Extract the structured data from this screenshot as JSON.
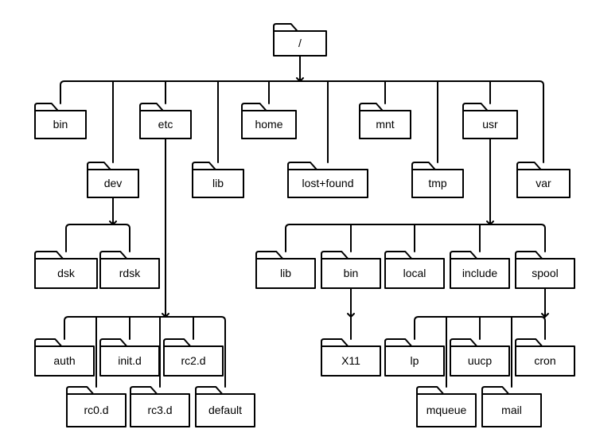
{
  "colors": {
    "background": "#ffffff",
    "line": "#000000",
    "folder_fill": "#ffffff"
  },
  "tree": {
    "nodes": {
      "root": {
        "label": "/",
        "icon": "folder-icon"
      },
      "bin": {
        "label": "bin",
        "icon": "folder-icon"
      },
      "dev": {
        "label": "dev",
        "icon": "folder-icon"
      },
      "etc": {
        "label": "etc",
        "icon": "folder-icon"
      },
      "lib": {
        "label": "lib",
        "icon": "folder-icon"
      },
      "home": {
        "label": "home",
        "icon": "folder-icon"
      },
      "lost_found": {
        "label": "lost+found",
        "icon": "folder-icon"
      },
      "mnt": {
        "label": "mnt",
        "icon": "folder-icon"
      },
      "tmp": {
        "label": "tmp",
        "icon": "folder-icon"
      },
      "usr": {
        "label": "usr",
        "icon": "folder-icon"
      },
      "var": {
        "label": "var",
        "icon": "folder-icon"
      },
      "dsk": {
        "label": "dsk",
        "icon": "folder-icon"
      },
      "rdsk": {
        "label": "rdsk",
        "icon": "folder-icon"
      },
      "usr_lib": {
        "label": "lib",
        "icon": "folder-icon"
      },
      "usr_bin": {
        "label": "bin",
        "icon": "folder-icon"
      },
      "usr_local": {
        "label": "local",
        "icon": "folder-icon"
      },
      "usr_include": {
        "label": "include",
        "icon": "folder-icon"
      },
      "usr_spool": {
        "label": "spool",
        "icon": "folder-icon"
      },
      "auth": {
        "label": "auth",
        "icon": "folder-icon"
      },
      "init_d": {
        "label": "init.d",
        "icon": "folder-icon"
      },
      "rc2_d": {
        "label": "rc2.d",
        "icon": "folder-icon"
      },
      "rc0_d": {
        "label": "rc0.d",
        "icon": "folder-icon"
      },
      "rc3_d": {
        "label": "rc3.d",
        "icon": "folder-icon"
      },
      "default": {
        "label": "default",
        "icon": "folder-icon"
      },
      "x11": {
        "label": "X11",
        "icon": "folder-icon"
      },
      "lp": {
        "label": "lp",
        "icon": "folder-icon"
      },
      "uucp": {
        "label": "uucp",
        "icon": "folder-icon"
      },
      "cron": {
        "label": "cron",
        "icon": "folder-icon"
      },
      "mqueue": {
        "label": "mqueue",
        "icon": "folder-icon"
      },
      "mail": {
        "label": "mail",
        "icon": "folder-icon"
      }
    },
    "edges": [
      [
        "root",
        "bin"
      ],
      [
        "root",
        "dev"
      ],
      [
        "root",
        "etc"
      ],
      [
        "root",
        "lib"
      ],
      [
        "root",
        "home"
      ],
      [
        "root",
        "lost_found"
      ],
      [
        "root",
        "mnt"
      ],
      [
        "root",
        "tmp"
      ],
      [
        "root",
        "usr"
      ],
      [
        "root",
        "var"
      ],
      [
        "dev",
        "dsk"
      ],
      [
        "dev",
        "rdsk"
      ],
      [
        "etc",
        "auth"
      ],
      [
        "etc",
        "rc0_d"
      ],
      [
        "etc",
        "init_d"
      ],
      [
        "etc",
        "rc3_d"
      ],
      [
        "etc",
        "rc2_d"
      ],
      [
        "etc",
        "default"
      ],
      [
        "usr",
        "usr_lib"
      ],
      [
        "usr",
        "usr_bin"
      ],
      [
        "usr",
        "usr_local"
      ],
      [
        "usr",
        "usr_include"
      ],
      [
        "usr",
        "usr_spool"
      ],
      [
        "usr_bin",
        "x11"
      ],
      [
        "usr_spool",
        "lp"
      ],
      [
        "usr_spool",
        "mqueue"
      ],
      [
        "usr_spool",
        "uucp"
      ],
      [
        "usr_spool",
        "mail"
      ],
      [
        "usr_spool",
        "cron"
      ]
    ]
  }
}
